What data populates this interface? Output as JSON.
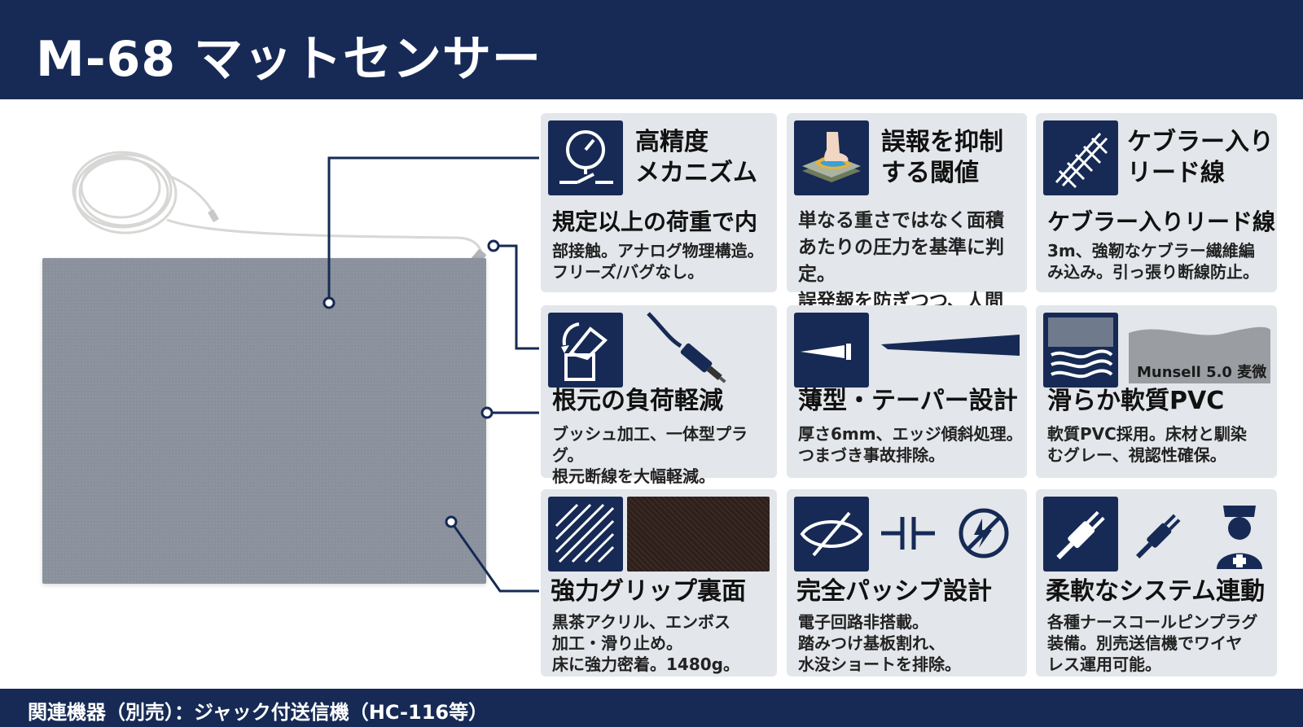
{
  "header": {
    "title": "M-68 マットセンサー"
  },
  "footer": {
    "text": "関連機器（別売）：ジャック付送信機（HC-116等）"
  },
  "product": {
    "image_icon": "mat-sensor-product-icon"
  },
  "features": [
    {
      "icon": "pressure-gauge-switch-icon",
      "title_line1": "高精度",
      "title_line2": "メカニズム",
      "subtitle": "規定以上の荷重で内",
      "desc": "部接触。アナログ物理構造。\nフリーズ/バグなし。"
    },
    {
      "icon": "foot-pressure-layers-icon",
      "title_line1": "誤報を抑制",
      "title_line2": "する閾値",
      "subtitle": "",
      "desc": "単なる重さではなく面積\nあたりの圧力を基準に判定。\n誤発報を防ぎつつ、人間"
    },
    {
      "icon": "kevlar-braid-icon",
      "title_line1": "ケブラー入り",
      "title_line2": "リード線",
      "subtitle": "ケブラー入りリード線",
      "desc": "3m、強靭なケブラー繊維編\nみ込み。引っ張り断線防止。"
    },
    {
      "icon": "bushing-bend-icon",
      "extra_icon": "plug-cable-icon",
      "title": "根元の負荷軽減",
      "desc": "ブッシュ加工、一体型プラグ。\n根元断線を大幅軽減。"
    },
    {
      "icon": "tapered-edge-icon",
      "extra_icon": "taper-profile-icon",
      "title": "薄型・テーパー設計",
      "desc": "厚さ6mm、エッジ傾斜処理。\nつまづき事故排除。"
    },
    {
      "icon": "smooth-pvc-wave-icon",
      "extra_label": "Munsell 5.0 麦微",
      "title": "滑らか軟質PVC",
      "desc": "軟質PVC採用。床材と馴染\nむグレー、視認性確保。"
    },
    {
      "icon": "grip-texture-icon",
      "extra_icon": "dark-brown-backing-swatch",
      "title": "強力グリップ裏面",
      "desc": "黒茶アクリル、エンボス\n加工・滑り止め。\n床に強力密着。1480g。"
    },
    {
      "icon": "no-electronics-icon",
      "extra_icon": "capacitor-and-no-spark-icon",
      "title": "完全パッシブ設計",
      "desc": "電子回路非搭載。\n踏みつけ基板割れ、\n水没ショートを排除。"
    },
    {
      "icon": "plug-connector-icon",
      "extra_icon": "plug-and-nurse-icon",
      "title": "柔軟なシステム連動",
      "desc": "各種ナースコールピンプラグ\n装備。別売送信機でワイヤ\nレス運用可能。"
    }
  ],
  "colors": {
    "navy": "#162a55",
    "card_bg": "#e3e6ea",
    "mat_gray": "#8a919c",
    "backing_brown": "#2e1f1a"
  }
}
